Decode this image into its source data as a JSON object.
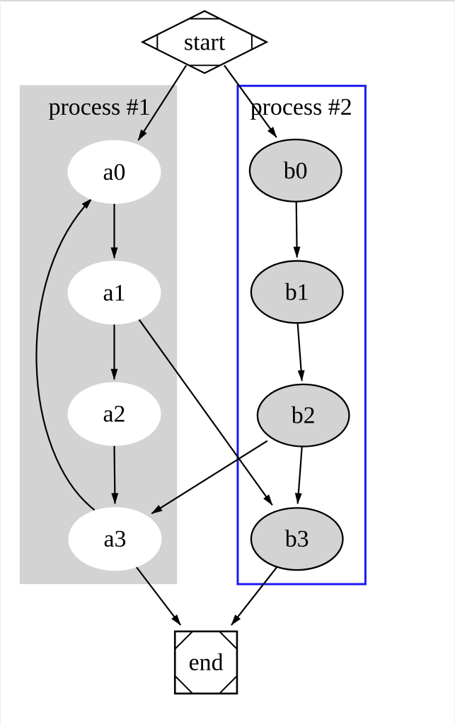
{
  "page": {
    "background": "#ffffff",
    "top_border_color": "#d8d8d8"
  },
  "graph": {
    "type": "directed-flowchart",
    "edge_color": "#000000",
    "clusters": [
      {
        "id": "cluster-1",
        "label": "process #1",
        "fill": "#d3d3d3",
        "border": "none"
      },
      {
        "id": "cluster-2",
        "label": "process #2",
        "fill": "#ffffff",
        "border": "#1a1af2"
      }
    ],
    "nodes": [
      {
        "id": "start",
        "label": "start",
        "shape": "Mdiamond",
        "fill": "#ffffff",
        "stroke": "#000000"
      },
      {
        "id": "a0",
        "label": "a0",
        "shape": "ellipse",
        "fill": "#ffffff",
        "stroke": "#ffffff",
        "cluster": "cluster-1"
      },
      {
        "id": "a1",
        "label": "a1",
        "shape": "ellipse",
        "fill": "#ffffff",
        "stroke": "#ffffff",
        "cluster": "cluster-1"
      },
      {
        "id": "a2",
        "label": "a2",
        "shape": "ellipse",
        "fill": "#ffffff",
        "stroke": "#ffffff",
        "cluster": "cluster-1"
      },
      {
        "id": "a3",
        "label": "a3",
        "shape": "ellipse",
        "fill": "#ffffff",
        "stroke": "#ffffff",
        "cluster": "cluster-1"
      },
      {
        "id": "b0",
        "label": "b0",
        "shape": "ellipse",
        "fill": "#d3d3d3",
        "stroke": "#000000",
        "cluster": "cluster-2"
      },
      {
        "id": "b1",
        "label": "b1",
        "shape": "ellipse",
        "fill": "#d3d3d3",
        "stroke": "#000000",
        "cluster": "cluster-2"
      },
      {
        "id": "b2",
        "label": "b2",
        "shape": "ellipse",
        "fill": "#d3d3d3",
        "stroke": "#000000",
        "cluster": "cluster-2"
      },
      {
        "id": "b3",
        "label": "b3",
        "shape": "ellipse",
        "fill": "#d3d3d3",
        "stroke": "#000000",
        "cluster": "cluster-2"
      },
      {
        "id": "end",
        "label": "end",
        "shape": "Msquare",
        "fill": "#ffffff",
        "stroke": "#000000"
      }
    ],
    "edges": [
      {
        "from": "start",
        "to": "a0"
      },
      {
        "from": "start",
        "to": "b0"
      },
      {
        "from": "a0",
        "to": "a1"
      },
      {
        "from": "a1",
        "to": "a2"
      },
      {
        "from": "a2",
        "to": "a3"
      },
      {
        "from": "a3",
        "to": "a0"
      },
      {
        "from": "a1",
        "to": "b3"
      },
      {
        "from": "b0",
        "to": "b1"
      },
      {
        "from": "b1",
        "to": "b2"
      },
      {
        "from": "b2",
        "to": "b3"
      },
      {
        "from": "b2",
        "to": "a3"
      },
      {
        "from": "a3",
        "to": "end"
      },
      {
        "from": "b3",
        "to": "end"
      }
    ]
  }
}
